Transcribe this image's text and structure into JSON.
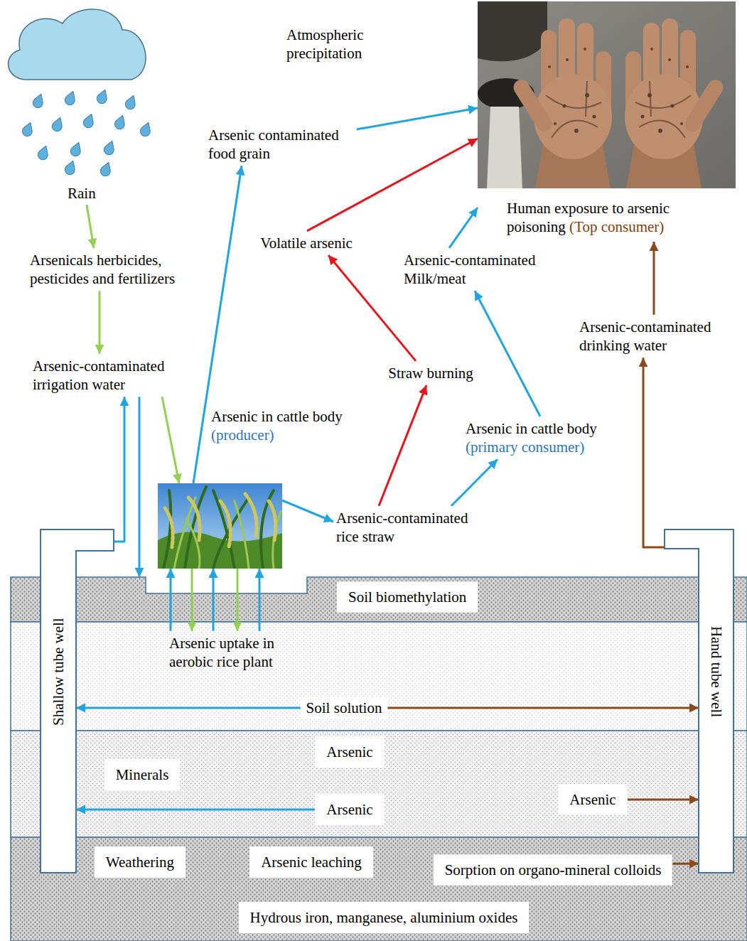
{
  "diagram": {
    "nodes": [
      {
        "text": [
          "Rain"
        ]
      },
      {
        "text": [
          "Arsenic contaminated food grain"
        ]
      },
      {
        "text": [
          "Human exposure to arsenic poisoning",
          "(Top consumer)"
        ]
      },
      {
        "text": [
          "Volatile arsenic"
        ]
      },
      {
        "text": [
          "Arsenicals herbicides, pesticides and fertilizers"
        ]
      },
      {
        "text": [
          "Arsenic-contaminated Milk/meat"
        ]
      },
      {
        "text": [
          "Arsenic-contaminated drinking water"
        ]
      },
      {
        "text": [
          "Arsenic-contaminated irrigation water"
        ]
      },
      {
        "text": [
          "Straw burning"
        ]
      },
      {
        "text": [
          "Arsenic in cattle body",
          "(producer)"
        ]
      },
      {
        "text": [
          "Arsenic in cattle body",
          "(primary consumer)"
        ]
      },
      {
        "text": [
          "Arsenic-contaminated rice straw"
        ]
      },
      {
        "text": [
          "Shallow tube well"
        ]
      },
      {
        "text": [
          "Hand tube well"
        ]
      },
      {
        "text": [
          "Soil biomethylation"
        ]
      },
      {
        "text": [
          "Arsenic uptake in aerobic rice plant"
        ]
      },
      {
        "text": [
          "Soil solution"
        ]
      },
      {
        "text": [
          "Arsenic"
        ]
      },
      {
        "text": [
          "Minerals"
        ]
      },
      {
        "text": [
          "Arsenic"
        ]
      },
      {
        "text": [
          "Arsenic"
        ]
      },
      {
        "text": [
          "Weathering"
        ]
      },
      {
        "text": [
          "Arsenic leaching"
        ]
      },
      {
        "text": [
          "Sorption on organo-mineral colloids"
        ]
      },
      {
        "text": [
          "Hydrous iron, manganese, aluminium oxides"
        ]
      }
    ],
    "edges": [
      {
        "from": 0,
        "to": 4,
        "arrow": "to"
      },
      {
        "from": 4,
        "to": 7,
        "arrow": "to"
      },
      {
        "from": 7,
        "to": 9,
        "arrow": "to"
      },
      {
        "from": 9,
        "to": 1,
        "arrow": "to"
      },
      {
        "from": 1,
        "to": 2,
        "arrow": "to"
      },
      {
        "from": 11,
        "to": 8,
        "arrow": "to"
      },
      {
        "from": 8,
        "to": 3,
        "arrow": "to"
      },
      {
        "from": 3,
        "to": 2,
        "arrow": "to"
      },
      {
        "from": 9,
        "to": 11,
        "arrow": "to"
      },
      {
        "from": 11,
        "to": 10,
        "arrow": "to"
      },
      {
        "from": 10,
        "to": 5,
        "arrow": "to"
      },
      {
        "from": 5,
        "to": 2,
        "arrow": "to"
      },
      {
        "from": 6,
        "to": 2,
        "arrow": "to"
      },
      {
        "from": 13,
        "to": 6,
        "arrow": "to"
      },
      {
        "from": 12,
        "to": 7,
        "arrow": "to"
      },
      {
        "from": 7,
        "to": 14,
        "arrow": "to"
      },
      {
        "from": 15,
        "to": 9,
        "arrow": "to"
      },
      {
        "from": 15,
        "to": 9,
        "arrow": "to"
      },
      {
        "from": 15,
        "to": 9,
        "arrow": "to"
      },
      {
        "from": 9,
        "to": 15,
        "arrow": "to"
      },
      {
        "from": 9,
        "to": 15,
        "arrow": "to"
      },
      {
        "from": 16,
        "to": 12,
        "arrow": "to"
      },
      {
        "from": 16,
        "to": 13,
        "arrow": "to"
      },
      {
        "from": 19,
        "to": 12,
        "arrow": "to"
      },
      {
        "from": 20,
        "to": 13,
        "arrow": "to"
      },
      {
        "from": 23,
        "to": 13,
        "arrow": "to"
      }
    ],
    "labels": [
      "Atmospheric precipitation"
    ]
  }
}
